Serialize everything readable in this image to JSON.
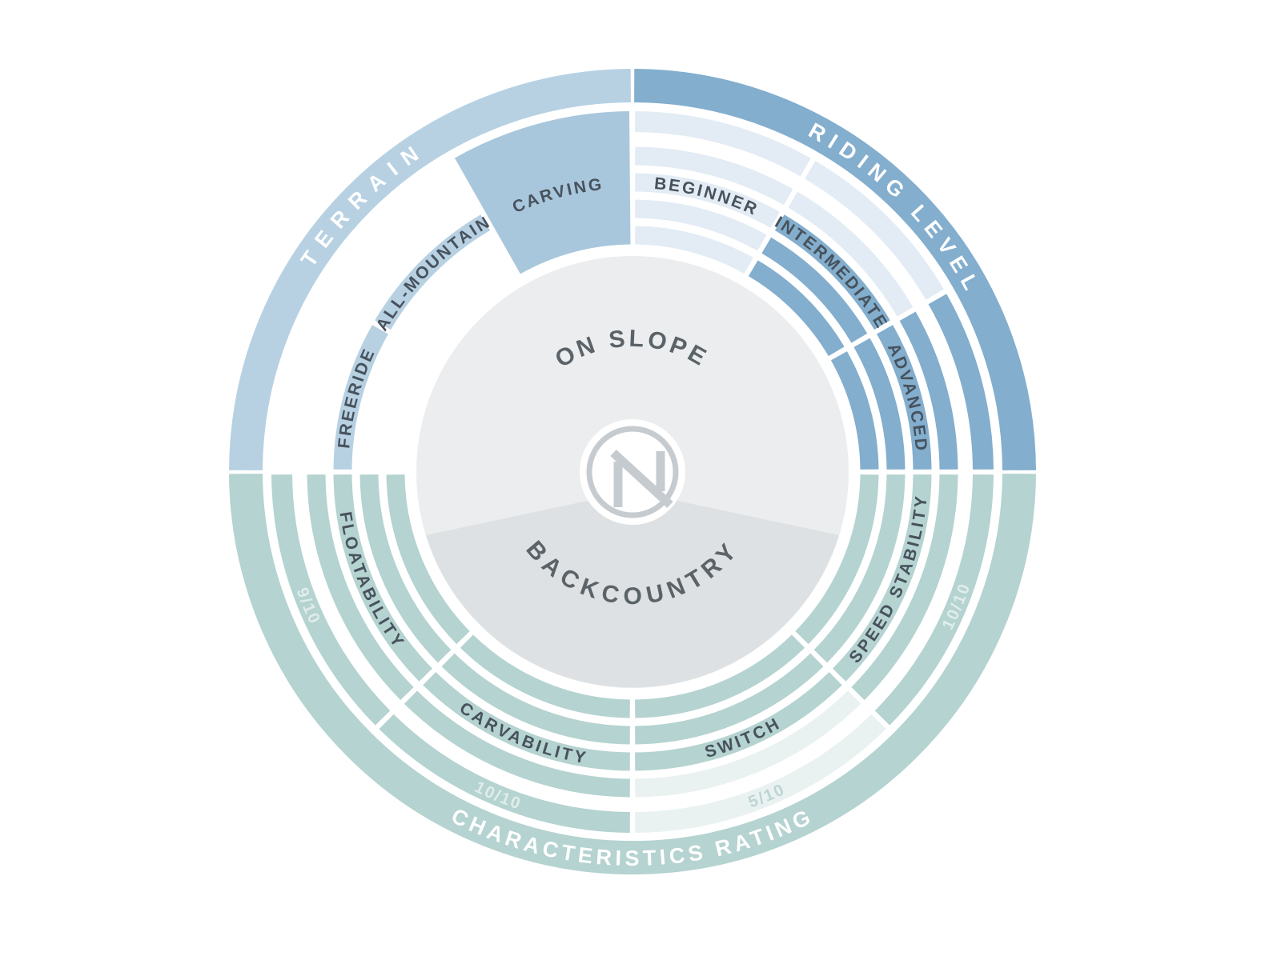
{
  "chart_data": {
    "type": "radial-infographic",
    "center_labels": {
      "top": "ON SLOPE",
      "bottom": "BACKCOUNTRY"
    },
    "logo_letter": "N",
    "scale": {
      "rings_total": 5
    },
    "legend_position": "none",
    "sections": [
      {
        "name": "TERRAIN",
        "segments": [
          {
            "label": "FREERIDE",
            "selected": false
          },
          {
            "label": "ALL-MOUNTAIN",
            "selected": false
          },
          {
            "label": "CARVING",
            "selected": true
          }
        ]
      },
      {
        "name": "RIDING LEVEL",
        "segments": [
          {
            "label": "BEGINNER",
            "filled_rings": 0
          },
          {
            "label": "INTERMEDIATE",
            "filled_rings": 3
          },
          {
            "label": "ADVANCED",
            "filled_rings": 5
          }
        ]
      },
      {
        "name": "CHARACTERISTICS RATING",
        "segments": [
          {
            "label": "SPEED STABILITY",
            "rating": "10/10",
            "filled_rings": 5
          },
          {
            "label": "SWITCH",
            "rating": "5/10",
            "filled_rings": 3
          },
          {
            "label": "CARVABILITY",
            "rating": "10/10",
            "filled_rings": 5
          },
          {
            "label": "FLOATABILITY",
            "rating": "9/10",
            "filled_rings": 5
          }
        ]
      }
    ]
  },
  "colors": {
    "background": "#FFFFFF",
    "terrain_light_blue": "#B7D1E3",
    "carving_wedge_blue": "#A9C7DC",
    "riding_blue": "#83AECE",
    "pale_blue_ring": "#E3ECF4",
    "characteristics_teal": "#B5D3D0",
    "pale_teal_ring": "#EAF1F1",
    "label_navy": "#47525C",
    "section_text_white": "#FFFFFF",
    "rating_on_filled": "#DFEDEB",
    "rating_on_pale": "#BBD5D4",
    "center_circle": "#EBEDEE",
    "center_wedge": "#DEE1E3",
    "center_text": "#5B6368",
    "logo_gray": "#C6CBD0"
  }
}
